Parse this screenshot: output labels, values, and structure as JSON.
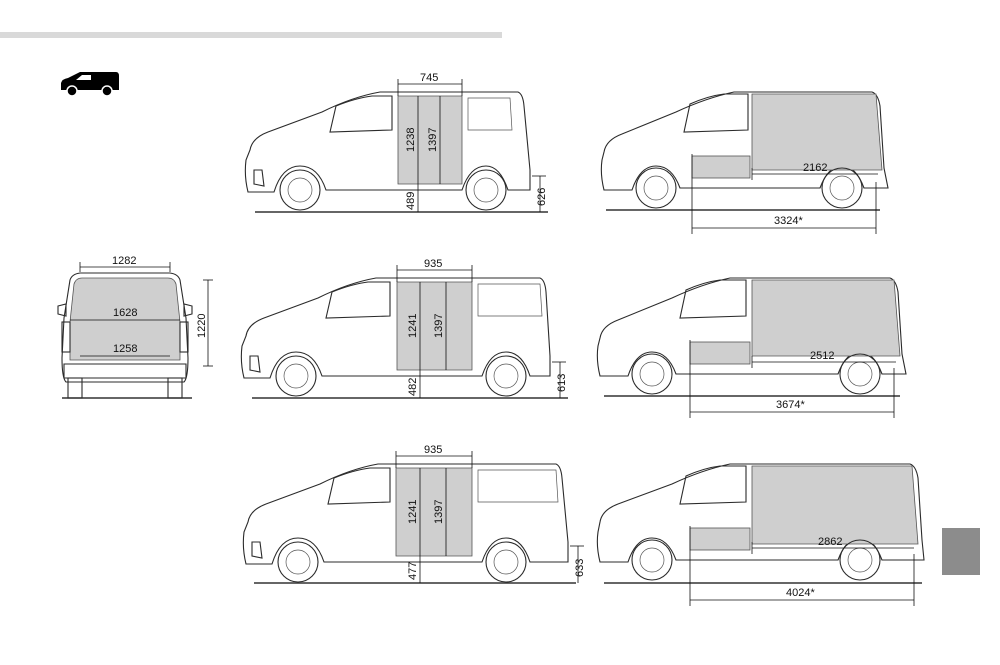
{
  "header": {
    "bar_color": "#d9d9d9",
    "icon": "van-side-icon"
  },
  "side_tab": {
    "color": "#8c8c8c"
  },
  "rear_view": {
    "top_width": "1282",
    "inner_width": "1628",
    "bottom_width": "1258",
    "height": "1220"
  },
  "side_views": [
    {
      "opening_width": "745",
      "opening_height_left": "1238",
      "opening_height_right": "1397",
      "sill_height": "489",
      "floor_height": "626"
    },
    {
      "opening_width": "935",
      "opening_height_left": "1241",
      "opening_height_right": "1397",
      "sill_height": "482",
      "floor_height": "613"
    },
    {
      "opening_width": "935",
      "opening_height_left": "1241",
      "opening_height_right": "1397",
      "sill_height": "477",
      "floor_height": "633"
    }
  ],
  "cargo_views": [
    {
      "floor_length": "2162",
      "total_length": "3324*"
    },
    {
      "floor_length": "2512",
      "total_length": "3674*"
    },
    {
      "floor_length": "2862",
      "total_length": "4024*"
    }
  ]
}
